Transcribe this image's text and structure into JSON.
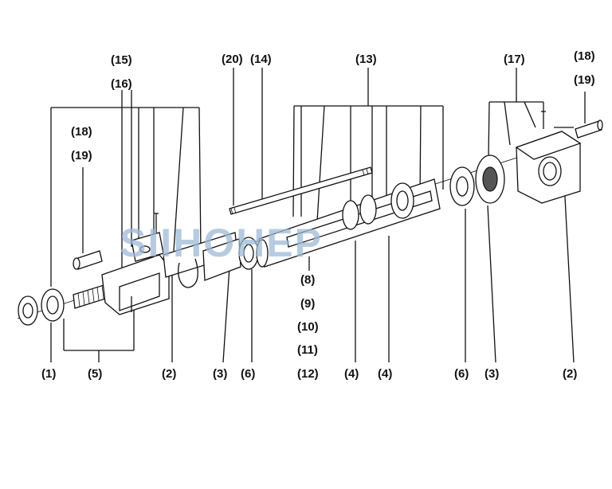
{
  "watermark": "SIIHOHEP",
  "callouts": {
    "c15": "(15)",
    "c16": "(16)",
    "c20": "(20)",
    "c14": "(14)",
    "c13": "(13)",
    "c17": "(17)",
    "c18_right": "(18)",
    "c19_right": "(19)",
    "c18_left": "(18)",
    "c19_left": "(19)",
    "c8": "(8)",
    "c9": "(9)",
    "c10": "(10)",
    "c11": "(11)",
    "c12": "(12)",
    "b1": "(1)",
    "b5": "(5)",
    "b2_left": "(2)",
    "b3_left": "(3)",
    "b6_left": "(6)",
    "b4_a": "(4)",
    "b4_b": "(4)",
    "b6_right": "(6)",
    "b3_right": "(3)",
    "b2_right": "(2)"
  },
  "colors": {
    "ink": "#111111",
    "watermark": "#9fb9d6"
  }
}
